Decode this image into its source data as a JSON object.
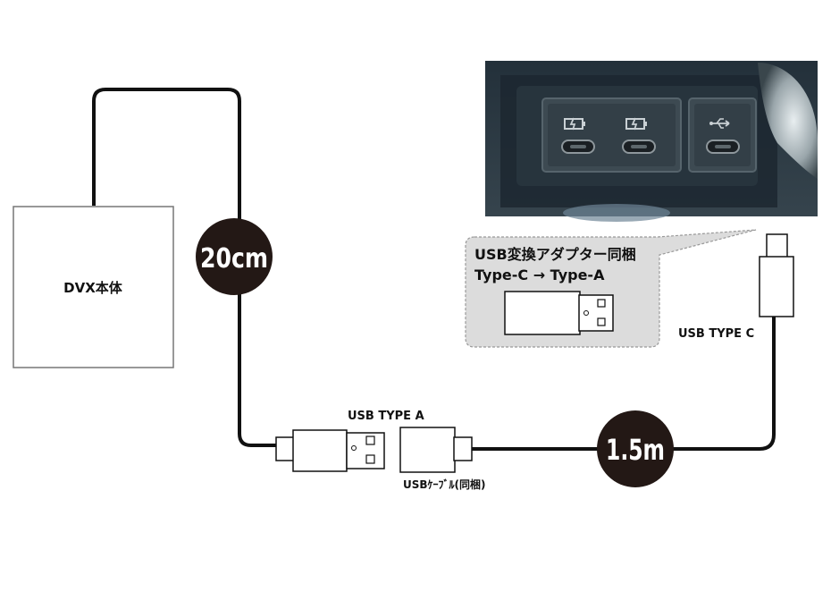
{
  "unit": {
    "label": "DVX本体"
  },
  "cables": {
    "short_length": "20cm",
    "long_length": "1.5m"
  },
  "connectors": {
    "type_a_label": "USB TYPE A",
    "type_c_label": "USB TYPE C",
    "cable_label": "USBｹｰﾌﾞﾙ(同梱)"
  },
  "adapter_callout": {
    "line1": "USB変換アダプター同梱",
    "line2": "Type-C → Type-A"
  },
  "photo": {
    "port_icons": [
      "charge-icon",
      "charge-icon",
      "usb-icon"
    ]
  },
  "colors": {
    "cable": "#111111",
    "badge": "#231815",
    "callout_bg": "#dcdcdc",
    "photo_bg": "#2c3942"
  }
}
